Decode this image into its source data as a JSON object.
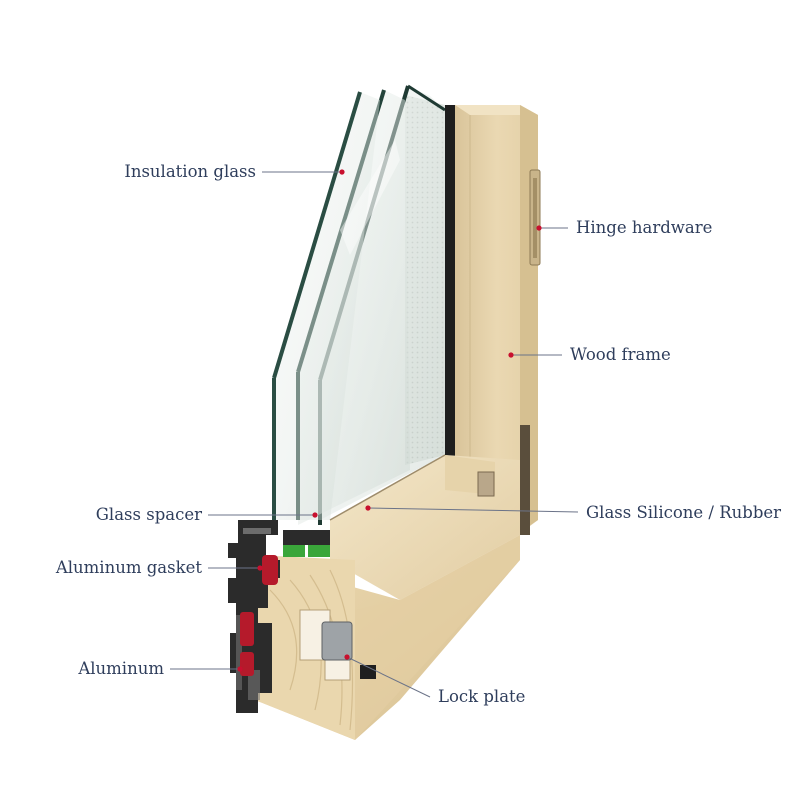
{
  "colors": {
    "label_text": "#2f3e5c",
    "leader_line": "#6b7388",
    "marker_dot": "#c8102e",
    "wood": "#e9d7b0",
    "glass": "#cfd8d2",
    "aluminum": "#2b2b2b",
    "gasket_red": "#b51a2b",
    "spacer_green": "#3aa63a"
  },
  "labels": {
    "insulation_glass": "Insulation glass",
    "hinge_hardware": "Hinge hardware",
    "wood_frame": "Wood frame",
    "glass_spacer": "Glass spacer",
    "glass_silicone_rubber": "Glass Silicone / Rubber",
    "aluminum_gasket": "Aluminum gasket",
    "aluminum": "Aluminum",
    "lock_plate": "Lock plate"
  }
}
